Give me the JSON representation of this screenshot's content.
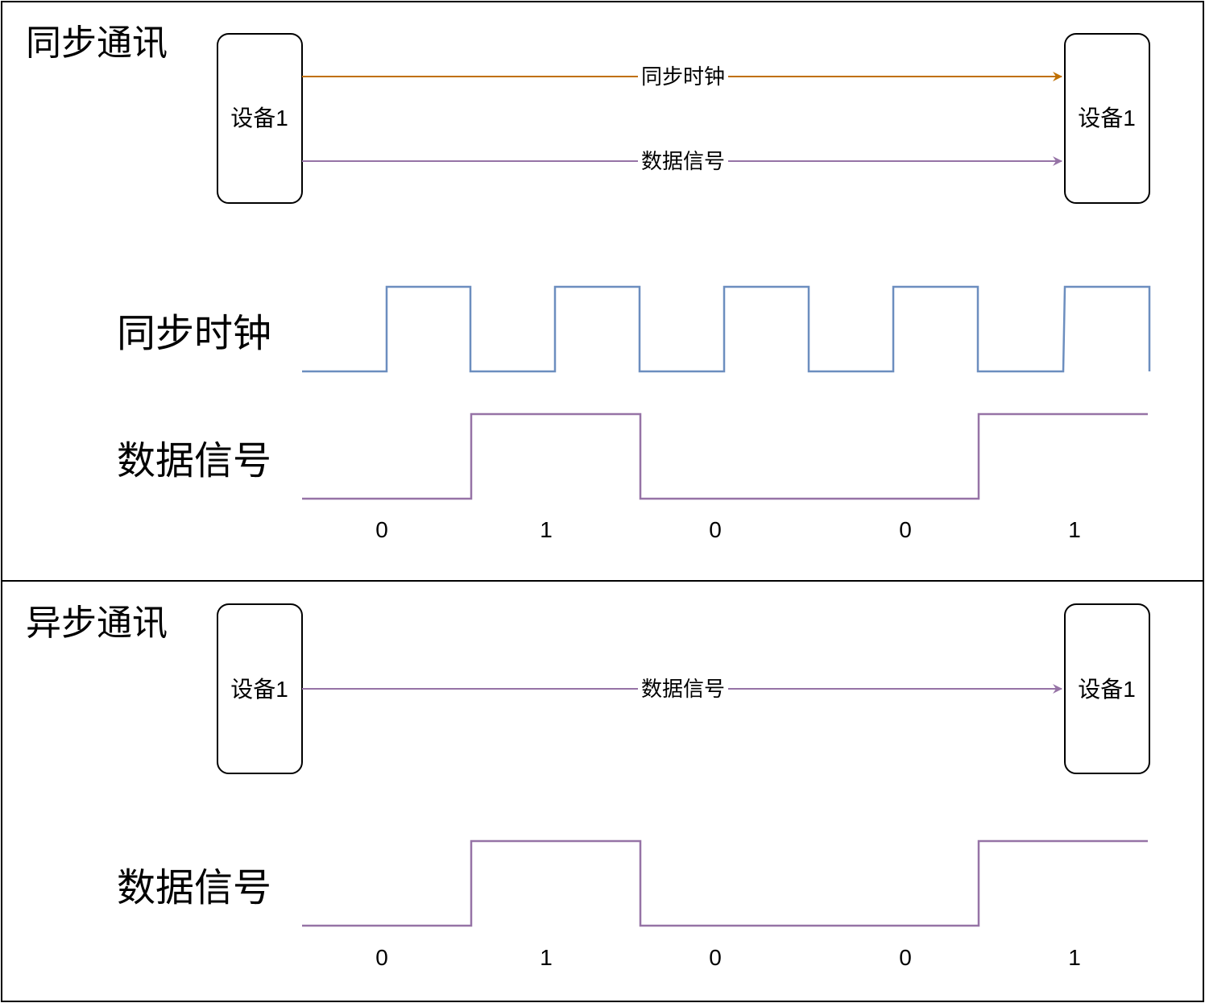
{
  "sync_section": {
    "title": "同步通讯",
    "device_left": "设备1",
    "device_right": "设备1",
    "arrow_clock_label": "同步时钟",
    "arrow_data_label": "数据信号",
    "clock_row_label": "同步时钟",
    "data_row_label": "数据信号",
    "bits": [
      "0",
      "1",
      "0",
      "0",
      "1"
    ]
  },
  "async_section": {
    "title": "异步通讯",
    "device_left": "设备1",
    "device_right": "设备1",
    "arrow_data_label": "数据信号",
    "data_row_label": "数据信号",
    "bits": [
      "0",
      "1",
      "0",
      "0",
      "1"
    ]
  },
  "colors": {
    "clock_arrow": "#c07000",
    "data": "#9673a6",
    "clock_wave": "#6c8ebf",
    "border": "#000000"
  }
}
